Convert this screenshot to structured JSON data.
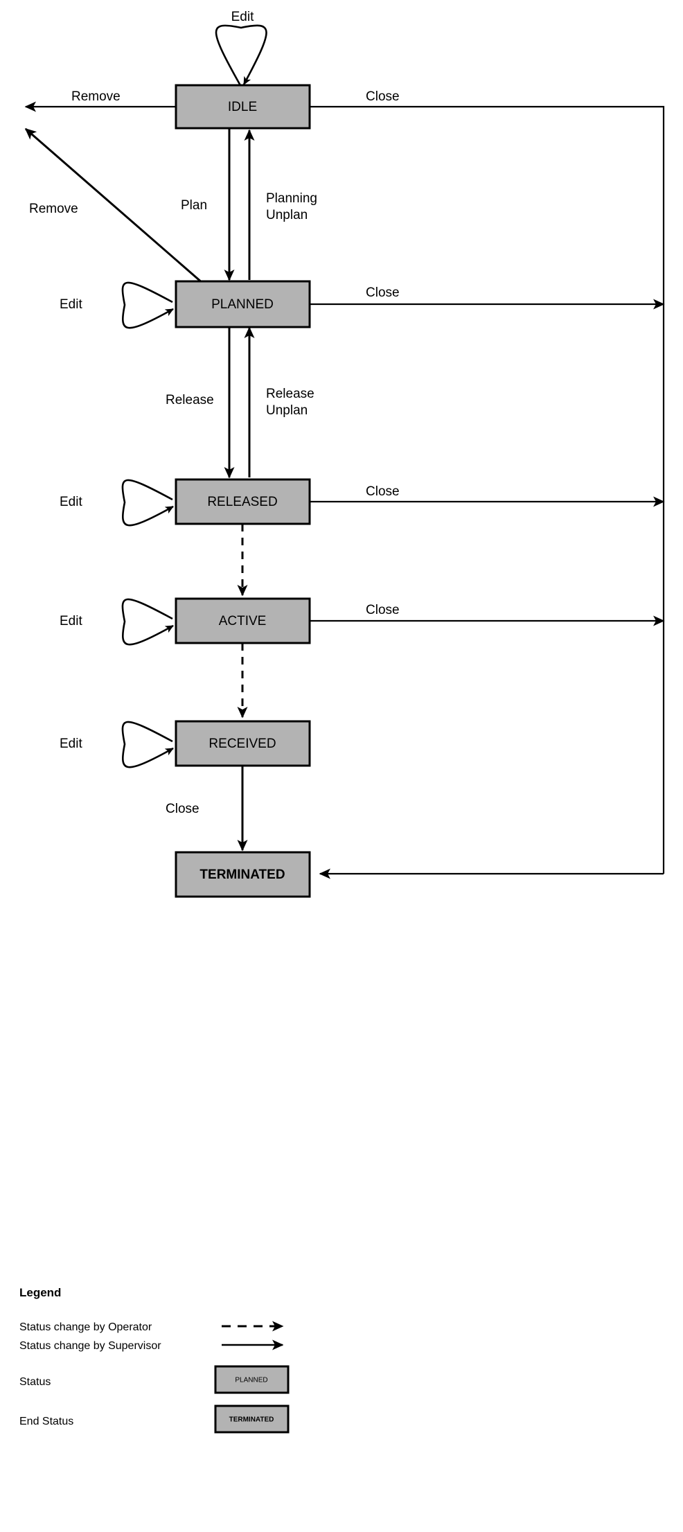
{
  "diagram": {
    "type": "state-transition-diagram",
    "states": [
      {
        "id": "idle",
        "label": "IDLE",
        "kind": "status"
      },
      {
        "id": "planned",
        "label": "PLANNED",
        "kind": "status"
      },
      {
        "id": "released",
        "label": "RELEASED",
        "kind": "status"
      },
      {
        "id": "active",
        "label": "ACTIVE",
        "kind": "status"
      },
      {
        "id": "received",
        "label": "RECEIVED",
        "kind": "status"
      },
      {
        "id": "terminated",
        "label": "TERMINATED",
        "kind": "end-status"
      }
    ],
    "transitions": [
      {
        "from": "idle",
        "to": "idle",
        "label": "Edit",
        "style": "solid"
      },
      {
        "from": "idle",
        "to": "removed",
        "label": "Remove",
        "style": "solid"
      },
      {
        "from": "idle",
        "to": "terminated",
        "label": "Close",
        "style": "solid"
      },
      {
        "from": "idle",
        "to": "planned",
        "label": "Plan",
        "style": "solid"
      },
      {
        "from": "planned",
        "to": "idle",
        "label": "Planning Unplan",
        "style": "solid"
      },
      {
        "from": "planned",
        "to": "removed",
        "label": "Remove",
        "style": "solid"
      },
      {
        "from": "planned",
        "to": "planned",
        "label": "Edit",
        "style": "solid"
      },
      {
        "from": "planned",
        "to": "terminated",
        "label": "Close",
        "style": "solid"
      },
      {
        "from": "planned",
        "to": "released",
        "label": "Release",
        "style": "solid"
      },
      {
        "from": "released",
        "to": "planned",
        "label": "Release Unplan",
        "style": "solid"
      },
      {
        "from": "released",
        "to": "released",
        "label": "Edit",
        "style": "solid"
      },
      {
        "from": "released",
        "to": "terminated",
        "label": "Close",
        "style": "solid"
      },
      {
        "from": "released",
        "to": "active",
        "label": "",
        "style": "dashed"
      },
      {
        "from": "active",
        "to": "active",
        "label": "Edit",
        "style": "solid"
      },
      {
        "from": "active",
        "to": "terminated",
        "label": "Close",
        "style": "solid"
      },
      {
        "from": "active",
        "to": "received",
        "label": "",
        "style": "dashed"
      },
      {
        "from": "received",
        "to": "received",
        "label": "Edit",
        "style": "solid"
      },
      {
        "from": "received",
        "to": "terminated",
        "label": "Close",
        "style": "solid"
      }
    ],
    "labels": {
      "edit_idle": "Edit",
      "remove_idle": "Remove",
      "close_idle": "Close",
      "plan": "Plan",
      "planning": "Planning",
      "unplan": "Unplan",
      "remove_planned": "Remove",
      "edit_planned": "Edit",
      "close_planned": "Close",
      "release": "Release",
      "release2": "Release",
      "unplan2": "Unplan",
      "edit_released": "Edit",
      "close_released": "Close",
      "edit_active": "Edit",
      "close_active": "Close",
      "edit_received": "Edit",
      "close_received": "Close"
    },
    "colors": {
      "state_fill": "#b3b3b3",
      "stroke": "#000000",
      "background": "#ffffff"
    }
  },
  "legend": {
    "title": "Legend",
    "rows": [
      {
        "label": "Status change by Operator",
        "sample": "dashed-arrow"
      },
      {
        "label": "Status change by Supervisor",
        "sample": "solid-arrow"
      },
      {
        "label": "Status",
        "sample": "box",
        "box_label": "PLANNED"
      },
      {
        "label": "End Status",
        "sample": "box-bold",
        "box_label": "TERMINATED"
      }
    ]
  }
}
